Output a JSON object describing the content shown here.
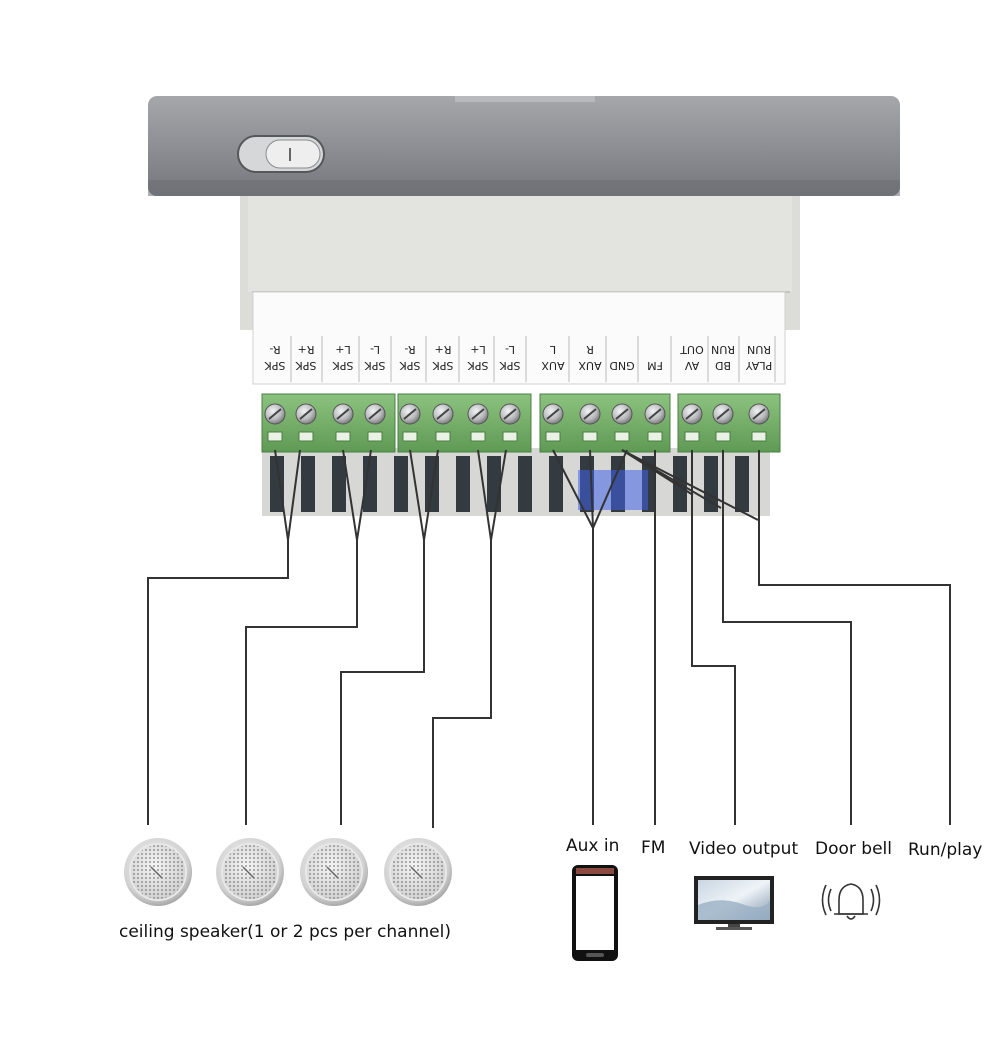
{
  "terminals": {
    "group1": [
      "SPK R-",
      "SPK R+",
      "SPK L+",
      "SPK L-"
    ],
    "group2": [
      "SPK R-",
      "SPK R+",
      "SPK L+",
      "SPK L-"
    ],
    "group3": [
      "AUX L",
      "AUX R",
      "GND",
      "FM"
    ],
    "group4": [
      "AV OUT",
      "BD RUN",
      "PLAY RUN"
    ]
  },
  "labels": {
    "speakers": "ceiling speaker(1 or 2 pcs per channel)",
    "aux_in": "Aux in",
    "fm": "FM",
    "video_output": "Video output",
    "door_bell": "Door bell",
    "run_play": "Run/play"
  },
  "icons": {
    "speaker": "ceiling-speaker-icon",
    "phone": "smartphone-icon",
    "tv": "tv-monitor-icon",
    "bell": "bell-icon"
  },
  "colors": {
    "housing": "#8e9095",
    "terminal_block": "#7fb374",
    "line": "#333333",
    "blue_glow": "#3f63e8"
  }
}
